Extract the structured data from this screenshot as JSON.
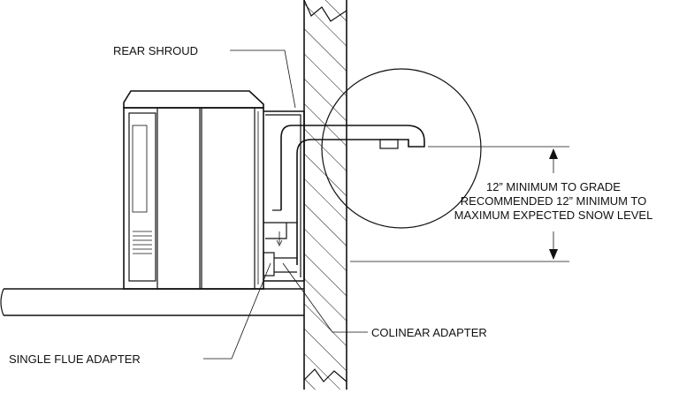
{
  "labels": {
    "rear_shroud": "REAR SHROUD",
    "clearance_line1": "12” MINIMUM TO GRADE",
    "clearance_line2": "RECOMMENDED 12” MINIMUM TO",
    "clearance_line3": "MAXIMUM EXPECTED SNOW LEVEL",
    "colinear_adapter": "COLINEAR ADAPTER",
    "single_flue_adapter": "SINGLE FLUE ADAPTER"
  }
}
